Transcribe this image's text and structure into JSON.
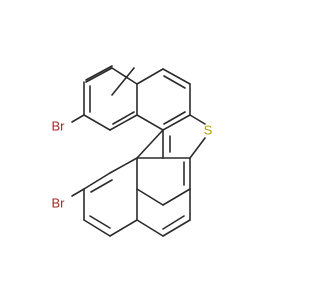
{
  "molecule": {
    "atoms": [
      {
        "id": "br1",
        "element": "Br",
        "label": "Br",
        "color": "#a52a2a"
      },
      {
        "id": "br2",
        "element": "Br",
        "label": "Br",
        "color": "#a52a2a"
      },
      {
        "id": "s1",
        "element": "S",
        "label": "S",
        "color": "#b8a000"
      }
    ]
  }
}
